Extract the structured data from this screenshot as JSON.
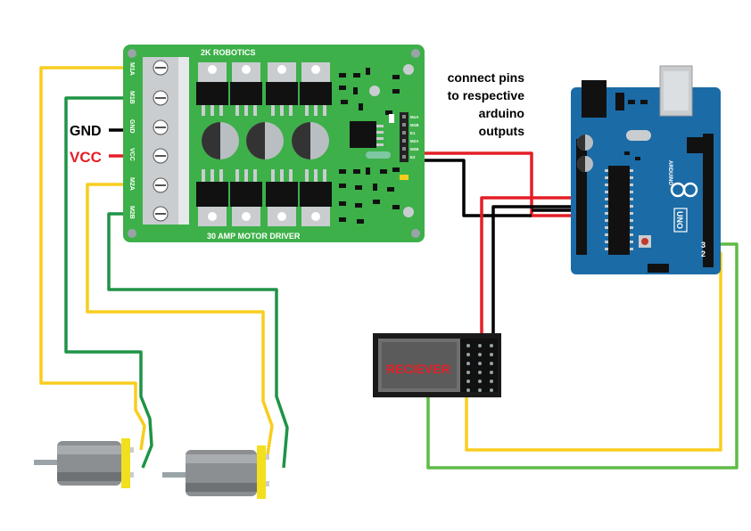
{
  "driver": {
    "brand": "2K ROBOTICS",
    "title": "30 AMP MOTOR DRIVER",
    "terminal_labels": [
      "M1A",
      "M1B",
      "GND",
      "VCC",
      "M2A",
      "M2B"
    ],
    "header_pins": [
      "M1A",
      "M1B",
      "E1",
      "M2A",
      "M2B",
      "E2"
    ]
  },
  "labels": {
    "gnd": "GND",
    "vcc": "VCC",
    "note_line1": "connect pins",
    "note_line2": "to respective",
    "note_line3": "arduino",
    "note_line4": "outputs"
  },
  "receiver": {
    "label": "RECIEVER"
  },
  "arduino": {
    "brand": "ARDUINO",
    "model": "UNO",
    "pin3": "3",
    "pin2": "2"
  },
  "colors": {
    "board_green": "#3db049",
    "wire_red": "#e41e26",
    "wire_black": "#000000",
    "wire_yellow": "#f8cd1e",
    "wire_green_dark": "#1e9446",
    "wire_green_light": "#5fbb46",
    "arduino_blue": "#1b6ba6",
    "vcc_text": "#e41e26"
  }
}
